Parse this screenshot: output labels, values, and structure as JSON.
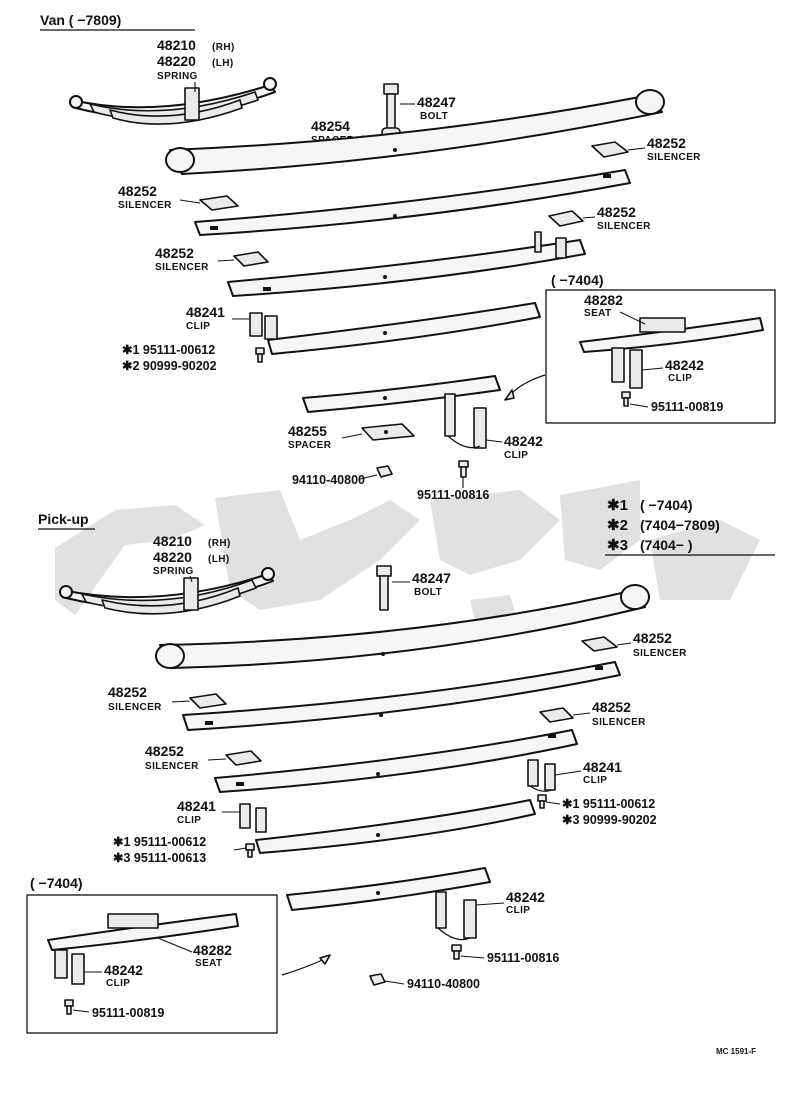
{
  "van": {
    "header": "Van (      −7809)",
    "spring_pn_rh": "48210",
    "rh": "(RH)",
    "spring_pn_lh": "48220",
    "lh": "(LH)",
    "spring_name": "SPRING",
    "bolt_pn": "48247",
    "bolt_name": "BOLT",
    "spacer_pn": "48254",
    "spacer_name": "SPACER",
    "sil1_pn": "48252",
    "sil1_name": "SILENCER",
    "sil2_pn": "48252",
    "sil2_name": "SILENCER",
    "sil3_pn": "48252",
    "sil3_name": "SILENCER",
    "sil4_pn": "48252",
    "sil4_name": "SILENCER",
    "clip1_pn": "48241",
    "clip1_name": "CLIP",
    "bolt1_ref": "✱1 95111-00612",
    "bolt2_ref": "✱2 90999-90202",
    "spacer2_pn": "48255",
    "spacer2_name": "SPACER",
    "clip2_pn": "48242",
    "clip2_name": "CLIP",
    "nut_pn": "94110-40800",
    "bolt3_pn": "95111-00816",
    "inset_header": "(      −7404)",
    "inset_seat_pn": "48282",
    "inset_seat_name": "SEAT",
    "inset_clip_pn": "48242",
    "inset_clip_name": "CLIP",
    "inset_bolt_pn": "95111-00819"
  },
  "legend": {
    "mark1": "✱1",
    "range1": "(      −7404)",
    "mark2": "✱2",
    "range2": "(7404−7809)",
    "mark3": "✱3",
    "range3": "(7404−      )"
  },
  "pickup": {
    "header": "Pick-up",
    "spring_pn_rh": "48210",
    "rh": "(RH)",
    "spring_pn_lh": "48220",
    "lh": "(LH)",
    "spring_name": "SPRING",
    "bolt_pn": "48247",
    "bolt_name": "BOLT",
    "sil1_pn": "48252",
    "sil1_name": "SILENCER",
    "sil2_pn": "48252",
    "sil2_name": "SILENCER",
    "sil3_pn": "48252",
    "sil3_name": "SILENCER",
    "sil4_pn": "48252",
    "sil4_name": "SILENCER",
    "clip_r_pn": "48241",
    "clip_r_name": "CLIP",
    "bolt_r1_ref": "✱1 95111-00612",
    "bolt_r3_ref": "✱3 90999-90202",
    "clip_l_pn": "48241",
    "clip_l_name": "CLIP",
    "bolt_l1_ref": "✱1 95111-00612",
    "bolt_l3_ref": "✱3 95111-00613",
    "clip2_pn": "48242",
    "clip2_name": "CLIP",
    "bolt3_pn": "95111-00816",
    "nut_pn": "94110-40800",
    "inset_header": "(      −7404)",
    "inset_seat_pn": "48282",
    "inset_seat_name": "SEAT",
    "inset_clip_pn": "48242",
    "inset_clip_name": "CLIP",
    "inset_bolt_pn": "95111-00819"
  },
  "footer": {
    "code": "MC 1591-F"
  }
}
